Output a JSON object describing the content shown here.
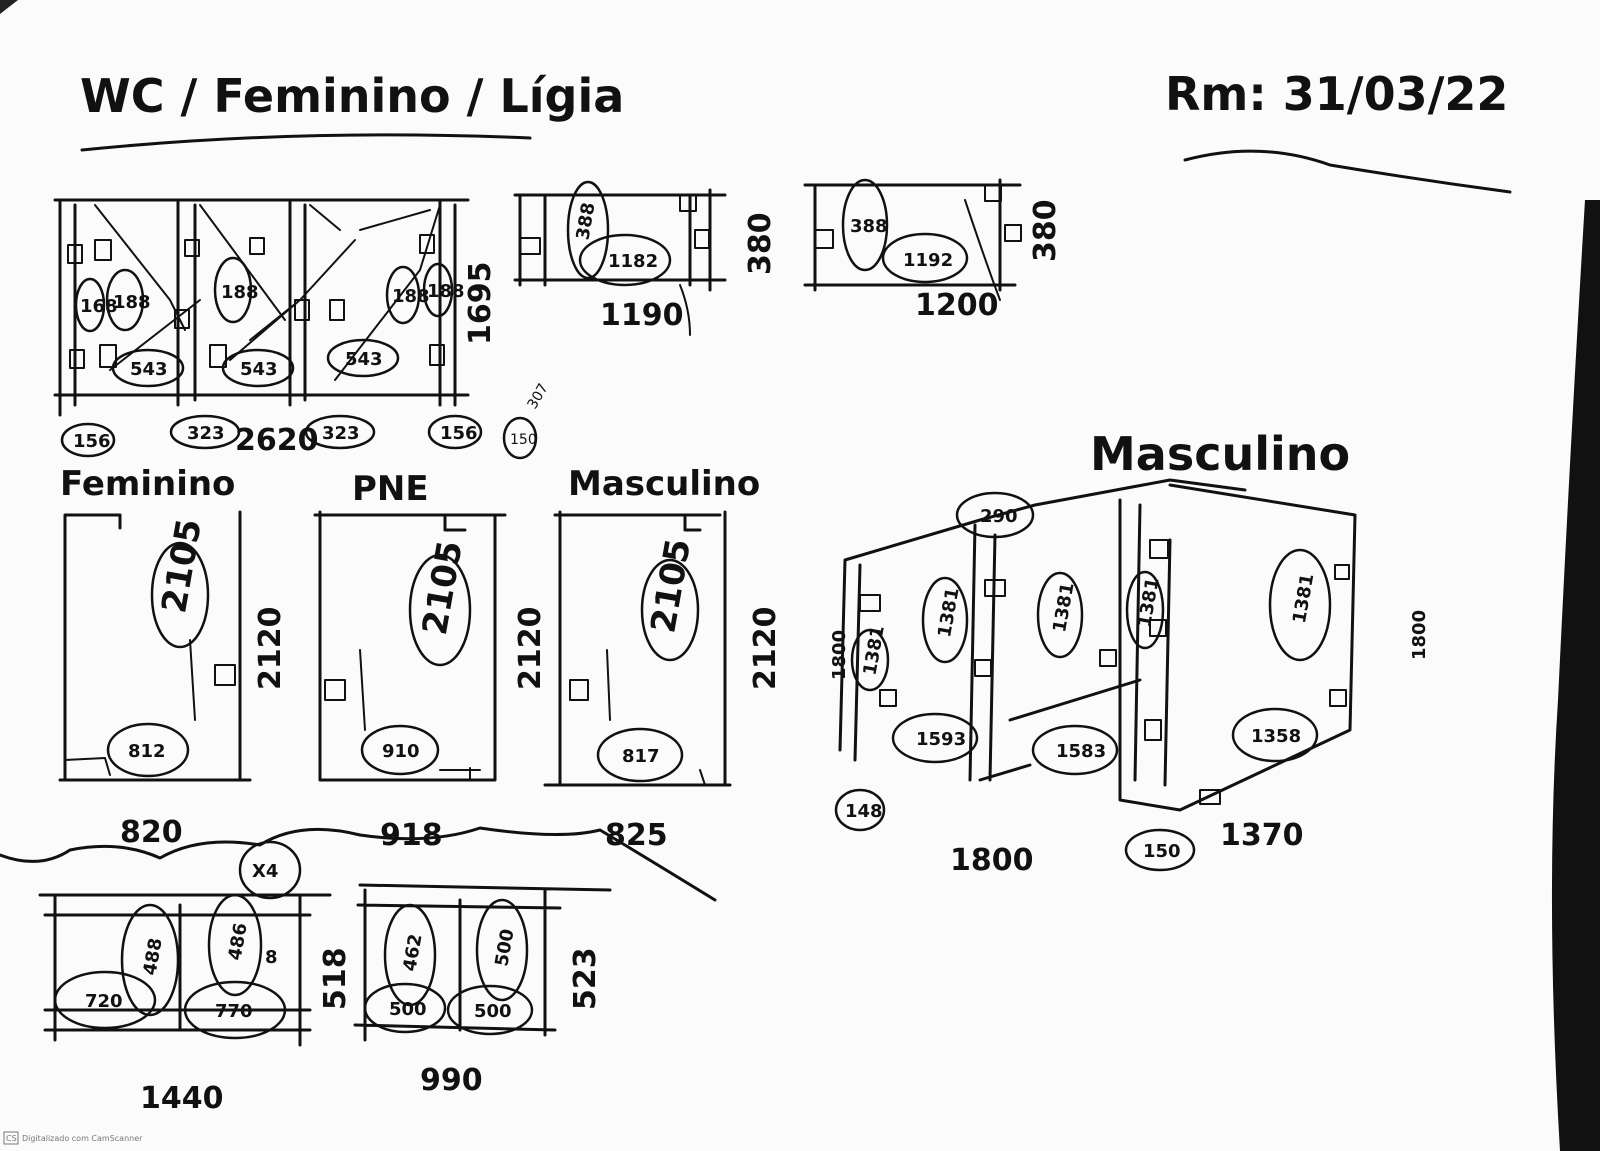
{
  "header": {
    "title": "WC / Feminino / Lígia",
    "date": "Rm: 31/03/22"
  },
  "plans": {
    "feminino_elevation": {
      "labels": [
        "168",
        "188",
        "188",
        "188",
        "188",
        "543",
        "543",
        "543",
        "156",
        "323",
        "323",
        "156",
        "150",
        "307",
        "2620",
        "1695"
      ]
    },
    "small_1": {
      "labels": [
        "388",
        "1182",
        "1190",
        "380"
      ]
    },
    "small_2": {
      "labels": [
        "388",
        "1192",
        "1200",
        "380"
      ]
    },
    "feminino": {
      "title": "Feminino",
      "labels": [
        "2105",
        "812",
        "2120",
        "820"
      ]
    },
    "pne": {
      "title": "PNE",
      "labels": [
        "2105",
        "910",
        "2120",
        "918"
      ]
    },
    "masculino": {
      "title": "Masculino",
      "labels": [
        "2105",
        "817",
        "2120",
        "825"
      ]
    },
    "masculino_perspective": {
      "title": "Masculino",
      "labels": [
        "290",
        "1381",
        "1381",
        "1381",
        "1381",
        "1381",
        "1593",
        "1583",
        "1358",
        "148",
        "150",
        "1800",
        "1370",
        "1800",
        "1800"
      ]
    },
    "bottom_1": {
      "labels": [
        "X4",
        "488",
        "486",
        "720",
        "770",
        "8",
        "518",
        "1440"
      ]
    },
    "bottom_2": {
      "labels": [
        "462",
        "500",
        "500",
        "500",
        "523",
        "990"
      ]
    }
  },
  "footer": {
    "logo": "CS",
    "watermark": "Digitalizado com CamScanner"
  }
}
